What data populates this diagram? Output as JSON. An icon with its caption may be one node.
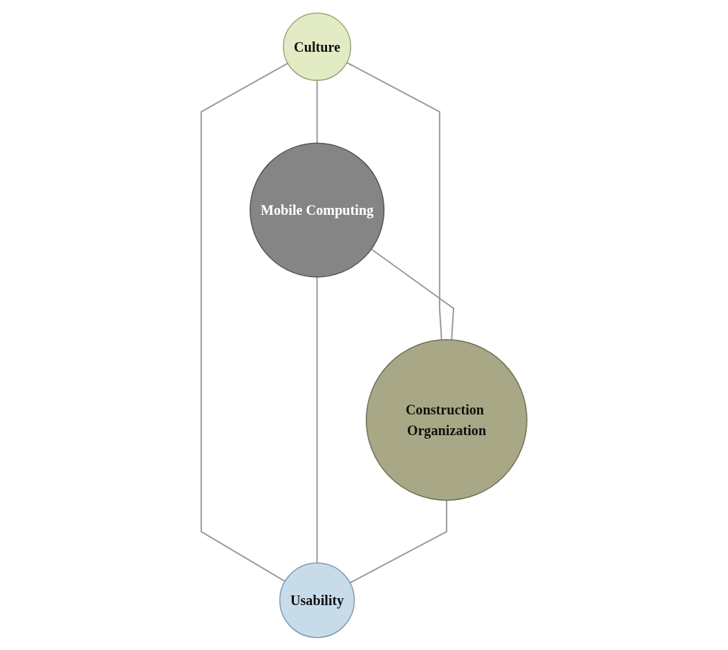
{
  "diagram": {
    "nodes": [
      {
        "text": [
          "Culture"
        ]
      },
      {
        "text": [
          "Mobile Computing"
        ]
      },
      {
        "text": [
          "Construction Organization"
        ]
      },
      {
        "text": [
          "Usability"
        ]
      }
    ],
    "edges": [
      {
        "from": 0,
        "to": 1,
        "arrow": "none"
      },
      {
        "from": 0,
        "to": 2,
        "arrow": "none"
      },
      {
        "from": 0,
        "to": 3,
        "arrow": "none"
      },
      {
        "from": 1,
        "to": 2,
        "arrow": "none"
      },
      {
        "from": 1,
        "to": 3,
        "arrow": "none"
      },
      {
        "from": 2,
        "to": 3,
        "arrow": "none"
      }
    ]
  }
}
